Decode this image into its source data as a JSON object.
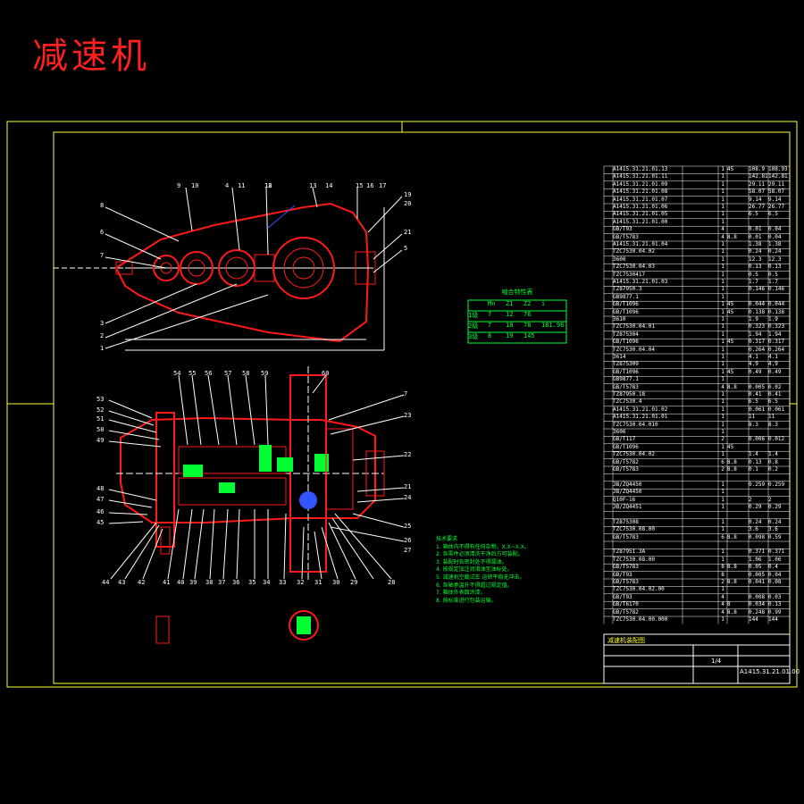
{
  "title": "减速机",
  "colors": {
    "frame": "#ffff33",
    "outline": "#ffffff",
    "part": "#ff1a1a",
    "dim": "#00ffff",
    "highlight": "#00ff33",
    "accent": "#3355ff"
  },
  "gear_table": {
    "header": "啮合特性表",
    "cols": [
      "",
      "Mn",
      "Z1",
      "Z2",
      "i"
    ],
    "rows": [
      [
        "1级",
        "7",
        "12",
        "76",
        ""
      ],
      [
        "2级",
        "7",
        "18",
        "78",
        "181.96"
      ],
      [
        "3级",
        "8",
        "19",
        "145",
        ""
      ]
    ]
  },
  "parts": [
    {
      "code": "A1415.31.21.01.13",
      "qty": "1",
      "mat": "45",
      "w": "108.9",
      "tw": "108.93"
    },
    {
      "code": "A1415.31.21.01.11",
      "qty": "1",
      "mat": "",
      "w": "142.81",
      "tw": "142.81"
    },
    {
      "code": "A1415.31.21.01.09",
      "qty": "1",
      "mat": "",
      "w": "29.11",
      "tw": "29.11"
    },
    {
      "code": "A1415.31.21.01.08",
      "qty": "1",
      "mat": "",
      "w": "58.07",
      "tw": "58.07"
    },
    {
      "code": "A1415.31.21.01.07",
      "qty": "1",
      "mat": "",
      "w": "9.14",
      "tw": "9.14"
    },
    {
      "code": "A1415.31.21.01.06",
      "qty": "1",
      "mat": "",
      "w": "26.77",
      "tw": "26.77"
    },
    {
      "code": "A1415.31.21.01.05",
      "qty": "1",
      "mat": "",
      "w": "6.5",
      "tw": "6.5"
    },
    {
      "code": "A1415.31.21.01.00",
      "qty": "1",
      "mat": "",
      "w": "",
      "tw": ""
    },
    {
      "code": "GB/T93",
      "qty": "4",
      "mat": "",
      "w": "0.01",
      "tw": "0.04"
    },
    {
      "code": "GB/T5783",
      "qty": "4",
      "mat": "8.8",
      "w": "0.01",
      "tw": "0.04"
    },
    {
      "code": "A1415.31.21.01.04",
      "qty": "1",
      "mat": "",
      "w": "1.38",
      "tw": "1.38"
    },
    {
      "code": "TZC7530.04.02",
      "qty": "1",
      "mat": "",
      "w": "0.24",
      "tw": "0.24"
    },
    {
      "code": "3600",
      "qty": "1",
      "mat": "",
      "w": "12.3",
      "tw": "12.3"
    },
    {
      "code": "TZC7530.04.03",
      "qty": "1",
      "mat": "",
      "w": "0.13",
      "tw": "0.13"
    },
    {
      "code": "TZC7530417",
      "qty": "1",
      "mat": "",
      "w": "0.5",
      "tw": "0.5"
    },
    {
      "code": "A1415.31.21.01.03",
      "qty": "1",
      "mat": "",
      "w": "1.7",
      "tw": "1.7"
    },
    {
      "code": "TZ87950.3",
      "qty": "1",
      "mat": "",
      "w": "0.146",
      "tw": "0.146"
    },
    {
      "code": "GB9877.1",
      "qty": "1",
      "mat": "",
      "w": "",
      "tw": ""
    },
    {
      "code": "GB/T1096",
      "qty": "1",
      "mat": "45",
      "w": "0.044",
      "tw": "0.044"
    },
    {
      "code": "GB/T1096",
      "qty": "1",
      "mat": "45",
      "w": "0.138",
      "tw": "0.138"
    },
    {
      "code": "3610",
      "qty": "1",
      "mat": "",
      "w": "1.9",
      "tw": "1.9"
    },
    {
      "code": "TZC7530.04.01",
      "qty": "1",
      "mat": "",
      "w": "0.323",
      "tw": "0.323"
    },
    {
      "code": "TZ875304",
      "qty": "1",
      "mat": "",
      "w": "1.94",
      "tw": "1.94"
    },
    {
      "code": "GB/T1096",
      "qty": "1",
      "mat": "45",
      "w": "0.317",
      "tw": "0.317"
    },
    {
      "code": "TZC7530.04.04",
      "qty": "1",
      "mat": "",
      "w": "0.264",
      "tw": "0.264"
    },
    {
      "code": "3614",
      "qty": "1",
      "mat": "",
      "w": "4.1",
      "tw": "4.1"
    },
    {
      "code": "TZ875309",
      "qty": "1",
      "mat": "",
      "w": "4.9",
      "tw": "4.9"
    },
    {
      "code": "GB/T1096",
      "qty": "1",
      "mat": "45",
      "w": "0.49",
      "tw": "0.49"
    },
    {
      "code": "GB9877.1",
      "qty": "1",
      "mat": "",
      "w": "",
      "tw": ""
    },
    {
      "code": "GB/T5783",
      "qty": "4",
      "mat": "8.8",
      "w": "0.005",
      "tw": "0.02"
    },
    {
      "code": "TZ87950.18",
      "qty": "1",
      "mat": "",
      "w": "0.41",
      "tw": "0.41"
    },
    {
      "code": "TZC7530.4",
      "qty": "1",
      "mat": "",
      "w": "6.5",
      "tw": "6.5"
    },
    {
      "code": "A1415.31.21.01.02",
      "qty": "1",
      "mat": "",
      "w": "0.061",
      "tw": "0.061"
    },
    {
      "code": "A1415.31.21.01.01",
      "qty": "1",
      "mat": "",
      "w": "11",
      "tw": "11"
    },
    {
      "code": "TZC7530.04.010",
      "qty": "1",
      "mat": "",
      "w": "8.3",
      "tw": "8.3"
    },
    {
      "code": "3606",
      "qty": "1",
      "mat": "",
      "w": "",
      "tw": ""
    },
    {
      "code": "GB/T117",
      "qty": "2",
      "mat": "",
      "w": "0.006",
      "tw": "0.012"
    },
    {
      "code": "GB/T1096",
      "qty": "1",
      "mat": "45",
      "w": "",
      "tw": ""
    },
    {
      "code": "TZC7530.04.02",
      "qty": "1",
      "mat": "",
      "w": "1.4",
      "tw": "1.4"
    },
    {
      "code": "GB/T5782",
      "qty": "6",
      "mat": "8.8",
      "w": "0.13",
      "tw": "0.8"
    },
    {
      "code": "GB/T5783",
      "qty": "2",
      "mat": "8.8",
      "w": "0.1",
      "tw": "0.2"
    },
    {
      "code": "",
      "qty": "",
      "mat": "",
      "w": "",
      "tw": ""
    },
    {
      "code": "JB/ZQ4450",
      "qty": "1",
      "mat": "",
      "w": "0.259",
      "tw": "0.259"
    },
    {
      "code": "JB/ZQ4450",
      "qty": "1",
      "mat": "",
      "w": "",
      "tw": ""
    },
    {
      "code": "Q10F-16",
      "qty": "1",
      "mat": "",
      "w": "2",
      "tw": "2"
    },
    {
      "code": "JB/ZQ4451",
      "qty": "1",
      "mat": "",
      "w": "0.29",
      "tw": "0.29"
    },
    {
      "code": "",
      "qty": "",
      "mat": "",
      "w": "",
      "tw": ""
    },
    {
      "code": "TZ875308",
      "qty": "1",
      "mat": "",
      "w": "0.24",
      "tw": "0.24"
    },
    {
      "code": "TZC7530.08.00",
      "qty": "1",
      "mat": "",
      "w": "3.6",
      "tw": "3.6"
    },
    {
      "code": "GB/T5783",
      "qty": "6",
      "mat": "8.8",
      "w": "0.098",
      "tw": "0.59"
    },
    {
      "code": "",
      "qty": "",
      "mat": "",
      "w": "",
      "tw": ""
    },
    {
      "code": "TZ87951.3A",
      "qty": "1",
      "mat": "",
      "w": "0.371",
      "tw": "0.371"
    },
    {
      "code": "TZC7530.08.00",
      "qty": "1",
      "mat": "",
      "w": "1.06",
      "tw": "1.06"
    },
    {
      "code": "GB/T5783",
      "qty": "8",
      "mat": "8.8",
      "w": "0.05",
      "tw": "0.4"
    },
    {
      "code": "GB/T93",
      "qty": "8",
      "mat": "",
      "w": "0.005",
      "tw": "0.04"
    },
    {
      "code": "GB/T5783",
      "qty": "2",
      "mat": "8.8",
      "w": "0.041",
      "tw": "0.08"
    },
    {
      "code": "TZC7530.04.02.00",
      "qty": "1",
      "mat": "",
      "w": "",
      "tw": ""
    },
    {
      "code": "GB/T93",
      "qty": "4",
      "mat": "",
      "w": "0.008",
      "tw": "0.03"
    },
    {
      "code": "GB/T6170",
      "qty": "4",
      "mat": "8",
      "w": "0.034",
      "tw": "0.13"
    },
    {
      "code": "GB/T5782",
      "qty": "4",
      "mat": "8.8",
      "w": "0.248",
      "tw": "0.99"
    },
    {
      "code": "TZC7530.04.00.000",
      "qty": "1",
      "mat": "",
      "w": "144",
      "tw": "144"
    }
  ],
  "notes_title": "技术要求",
  "notes": [
    "1. 箱体内不得有任何杂物，X.X~X.X。",
    "2. 各零件必须清洗干净后方可装配。",
    "3. 装配时各密封处不得漏油。",
    "4. 按规定加注润滑油至油标处。",
    "5. 减速机空载试车 运转平稳无冲击。",
    "6. 各轴承温升不得超过规定值。",
    "7. 箱体外表面涂漆。",
    "8. 按标准进行包装运输。"
  ],
  "title_block": {
    "drawing_no": "A1415.31.21.01.00",
    "sheet": "1/4",
    "note": "减速机装配图"
  },
  "left_labels": [
    "53",
    "52",
    "51",
    "50",
    "49",
    "48",
    "47",
    "46",
    "45"
  ],
  "bottom_labels": [
    "44",
    "43",
    "42",
    "41",
    "40",
    "39",
    "38",
    "37",
    "36",
    "35",
    "34",
    "33",
    "32",
    "31",
    "30",
    "29",
    "28"
  ],
  "top_labels": [
    "54",
    "55",
    "56",
    "57",
    "58",
    "59",
    "60"
  ],
  "right_labels": [
    "7",
    "23",
    "22",
    "21",
    "24",
    "25",
    "26",
    "27"
  ],
  "top_view_labels": [
    "9",
    "10",
    "4",
    "11",
    "12",
    "13",
    "14",
    "15",
    "16",
    "17",
    "8",
    "18",
    "19",
    "20",
    "21",
    "5",
    "6",
    "7",
    "3",
    "2",
    "1"
  ]
}
